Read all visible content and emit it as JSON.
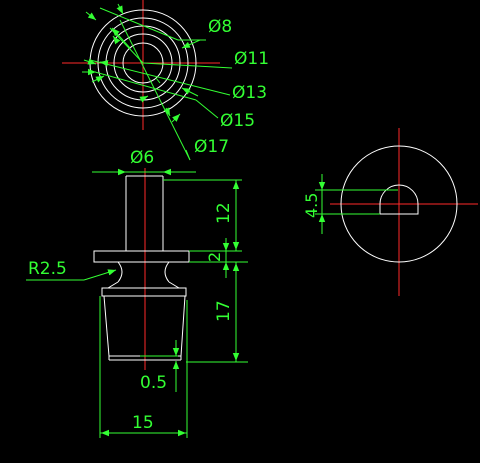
{
  "colors": {
    "background": "#000000",
    "outline": "#ffffff",
    "centerline": "#ff2a2a",
    "dimension": "#33ff33"
  },
  "top_view": {
    "labels": {
      "d8": "Ø8",
      "d11": "Ø11",
      "d13": "Ø13",
      "d15": "Ø15",
      "d17": "Ø17"
    }
  },
  "side_view": {
    "labels": {
      "d6": "Ø6",
      "h12": "12",
      "h2": "2",
      "r25": "R2.5",
      "h17": "17",
      "t05": "0.5",
      "w15": "15"
    }
  },
  "right_view": {
    "labels": {
      "d45": "4.5"
    }
  }
}
